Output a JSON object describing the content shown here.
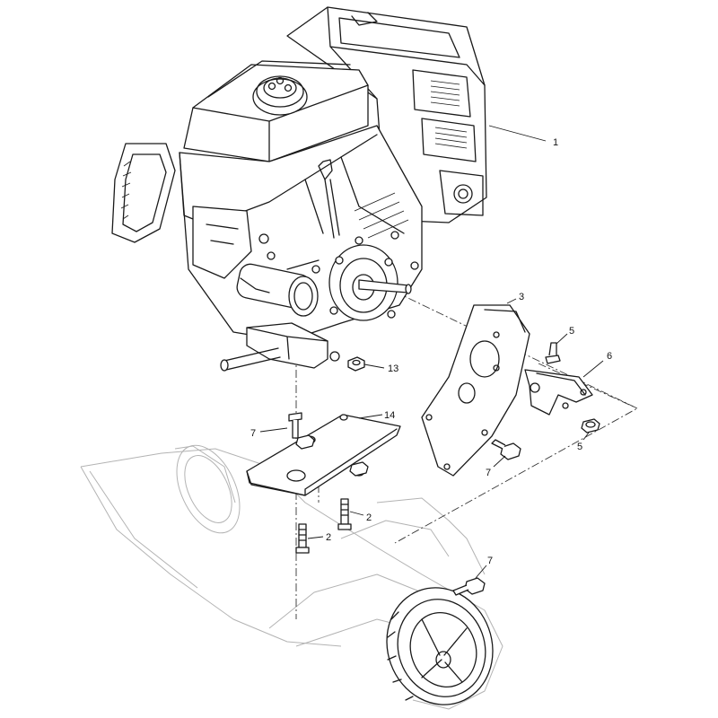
{
  "callouts": {
    "c1": "1",
    "c3": "3",
    "c5a": "5",
    "c6": "6",
    "c5b": "5",
    "c13": "13",
    "c7a": "7",
    "c14": "14",
    "c7b": "7",
    "c2a": "2",
    "c2b": "2",
    "c7c": "7"
  }
}
